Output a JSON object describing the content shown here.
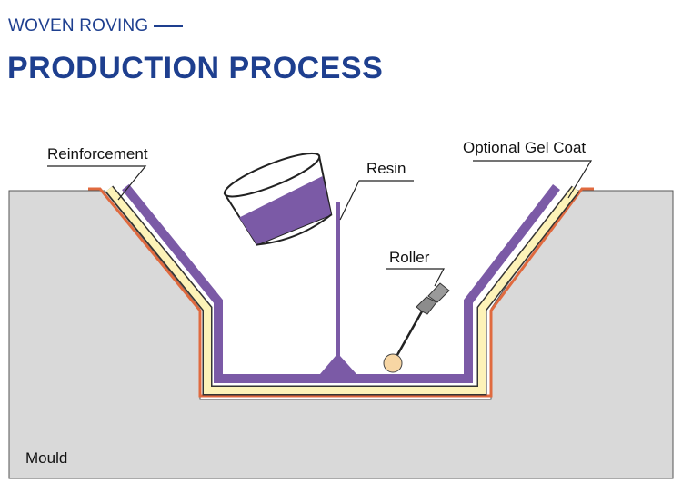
{
  "header": {
    "subtitle": "WOVEN ROVING",
    "title": "PRODUCTION PROCESS"
  },
  "diagram": {
    "labels": {
      "reinforcement": "Reinforcement",
      "resin": "Resin",
      "optional_gel_coat": "Optional Gel Coat",
      "roller": "Roller",
      "mould": "Mould"
    },
    "colors": {
      "accent": "#1e3f8f",
      "mould": "#d9d9d9",
      "resin": "#7b5aa6",
      "gel_coat": "#e06a3f",
      "reinforcement": "#fdf3b8",
      "roller_ball": "#f7d6a4",
      "roller_handle": "#8c8c8c"
    }
  }
}
